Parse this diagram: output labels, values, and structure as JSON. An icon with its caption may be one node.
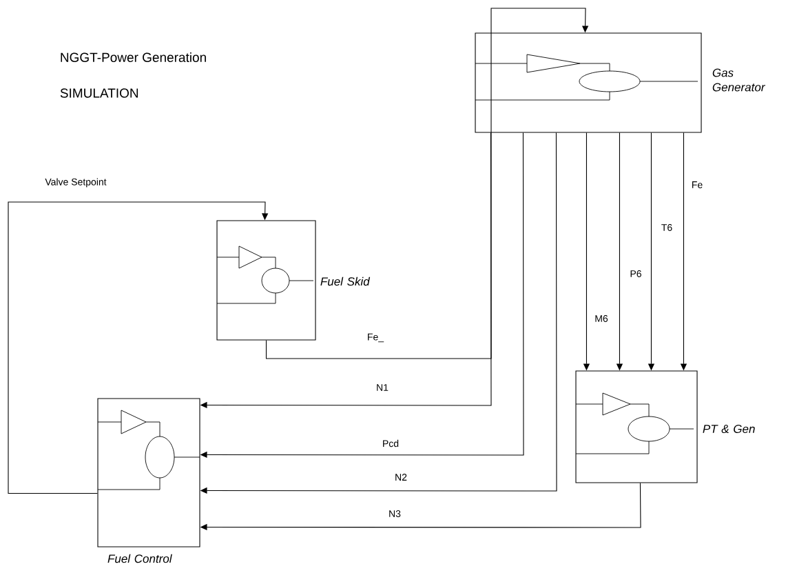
{
  "diagram": {
    "title": "NGGT-Power Generation",
    "nodes": [
      {
        "text": [
          "Gas Generator"
        ]
      },
      {
        "text": [
          "Fuel Skid"
        ]
      },
      {
        "text": [
          "PT & Gen"
        ]
      },
      {
        "text": [
          "Fuel Control"
        ]
      }
    ],
    "edges": [
      {
        "from": 1,
        "to": 0,
        "arrow": "to",
        "label": "Fe_"
      },
      {
        "from": 3,
        "to": 1,
        "arrow": "to",
        "label": "Valve Setpoint"
      },
      {
        "from": 0,
        "to": 2,
        "arrow": "to",
        "label": "M6"
      },
      {
        "from": 0,
        "to": 2,
        "arrow": "to",
        "label": "P6"
      },
      {
        "from": 0,
        "to": 2,
        "arrow": "to",
        "label": "T6"
      },
      {
        "from": 0,
        "to": 2,
        "arrow": "to",
        "label": "Fe"
      },
      {
        "from": 0,
        "to": 3,
        "arrow": "to",
        "label": "N1"
      },
      {
        "from": 0,
        "to": 3,
        "arrow": "to",
        "label": "Pcd"
      },
      {
        "from": 0,
        "to": 3,
        "arrow": "to",
        "label": "N2"
      },
      {
        "from": 2,
        "to": 3,
        "arrow": "to",
        "label": "N3"
      }
    ],
    "labels": [
      "SIMULATION"
    ]
  }
}
